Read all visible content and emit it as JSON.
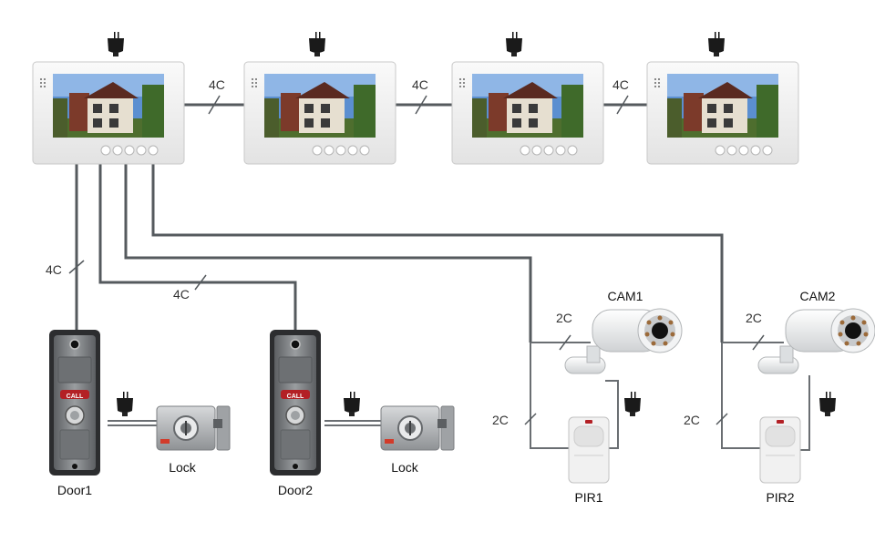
{
  "wire_labels": {
    "m1_m2": "4C",
    "m2_m3": "4C",
    "m3_m4": "4C",
    "door1": "4C",
    "door2": "4C",
    "cam1": "2C",
    "pir1": "2C",
    "cam2": "2C",
    "pir2": "2C"
  },
  "devices": {
    "door1": "Door1",
    "door2": "Door2",
    "lock1": "Lock",
    "lock2": "Lock",
    "cam1": "CAM1",
    "cam2": "CAM2",
    "pir1": "PIR1",
    "pir2": "PIR2",
    "call_button": "CALL"
  },
  "colors": {
    "wire": "#555a5e",
    "monitor_frame": "#f4f4f4",
    "screen_sky": "#5b8fd0",
    "doorbell_body": "#7a7d80",
    "call_red": "#b32025",
    "lock_body": "#b9bcbe"
  }
}
